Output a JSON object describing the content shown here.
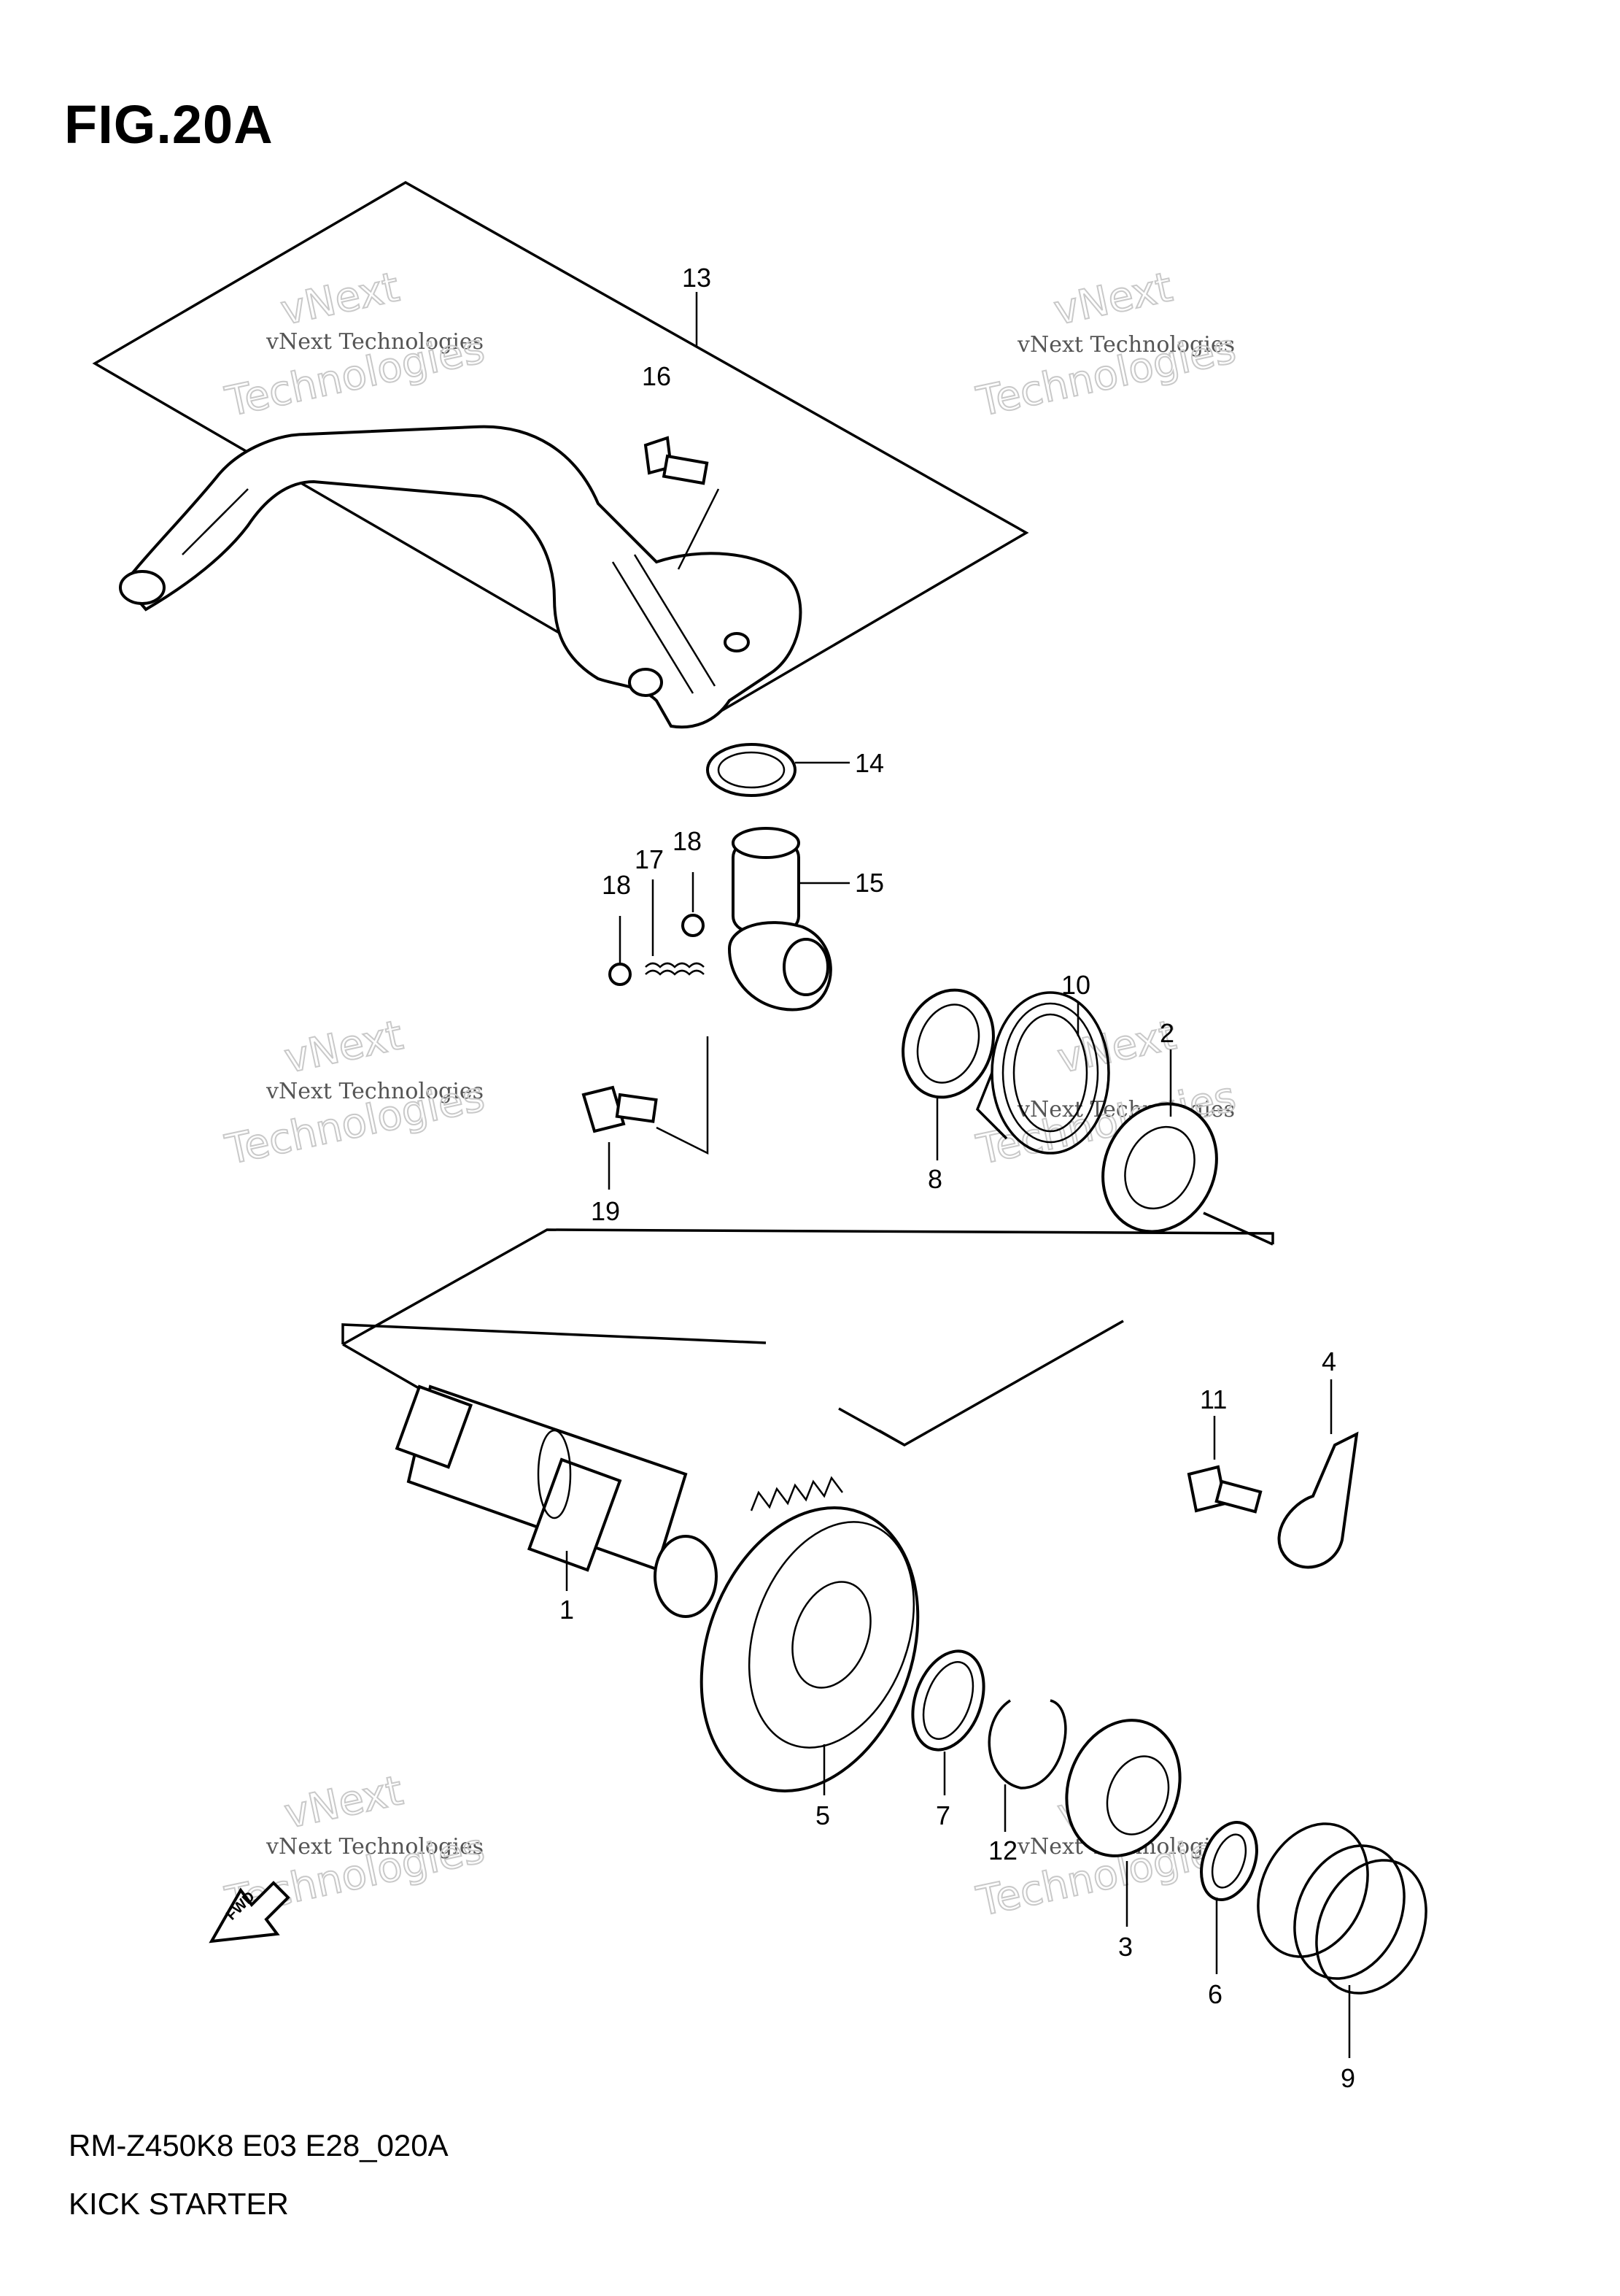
{
  "figure": {
    "title": "FIG.20A",
    "model_code": "RM-Z450K8 E03 E28_020A",
    "section_name": "KICK STARTER"
  },
  "watermark": {
    "line1": "vNext",
    "line2": "vNext Technologies",
    "line3": "Technologies"
  },
  "direction_arrow": {
    "label": "FWD"
  },
  "callouts": [
    "1",
    "2",
    "3",
    "4",
    "5",
    "6",
    "7",
    "8",
    "9",
    "10",
    "11",
    "12",
    "13",
    "14",
    "15",
    "16",
    "17",
    "18",
    "18",
    "19"
  ]
}
